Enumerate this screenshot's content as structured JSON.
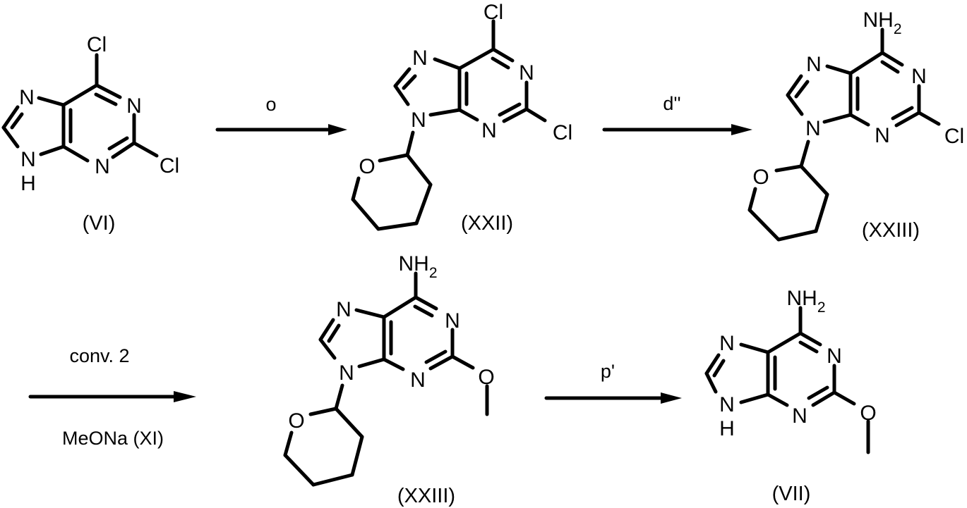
{
  "scheme": {
    "title": "Synthesis of 2-methoxyadenine (VII) from 2,6-dichloropurine (VI)",
    "atoms": {
      "cl": "Cl",
      "n": "N",
      "h": "H",
      "o": "O",
      "nh": "NH",
      "sub2": "2"
    },
    "compounds": [
      {
        "id": "VI",
        "label": "(VI)",
        "name": "2,6-dichloropurine",
        "substituents": {
          "c6": "Cl",
          "c2": "Cl",
          "n9": "H"
        }
      },
      {
        "id": "XXII",
        "label": "(XXII)",
        "name": "2,6-dichloro-9-(tetrahydropyran-2-yl)purine",
        "substituents": {
          "c6": "Cl",
          "c2": "Cl",
          "n9": "THP"
        }
      },
      {
        "id": "XXIII_a",
        "label": "(XXIII)",
        "name": "2-chloro-9-(tetrahydropyran-2-yl)adenine",
        "substituents": {
          "c6": "NH2",
          "c2": "Cl",
          "n9": "THP"
        }
      },
      {
        "id": "XXIII_b",
        "label": "(XXIII)",
        "name": "2-methoxy-9-(tetrahydropyran-2-yl)adenine",
        "substituents": {
          "c6": "NH2",
          "c2": "OMe",
          "n9": "THP"
        }
      },
      {
        "id": "VII",
        "label": "(VII)",
        "name": "2-methoxyadenine",
        "substituents": {
          "c6": "NH2",
          "c2": "OMe",
          "n9": "H"
        }
      }
    ],
    "steps": [
      {
        "from": "VI",
        "to": "XXII",
        "above": "o",
        "below": ""
      },
      {
        "from": "XXII",
        "to": "XXIII_a",
        "above": "d''",
        "below": ""
      },
      {
        "from": "XXIII_a",
        "to": "XXIII_b",
        "above": "conv. 2",
        "below": "MeONa (XI)"
      },
      {
        "from": "XXIII_b",
        "to": "VII",
        "above": "p'",
        "below": ""
      }
    ]
  }
}
